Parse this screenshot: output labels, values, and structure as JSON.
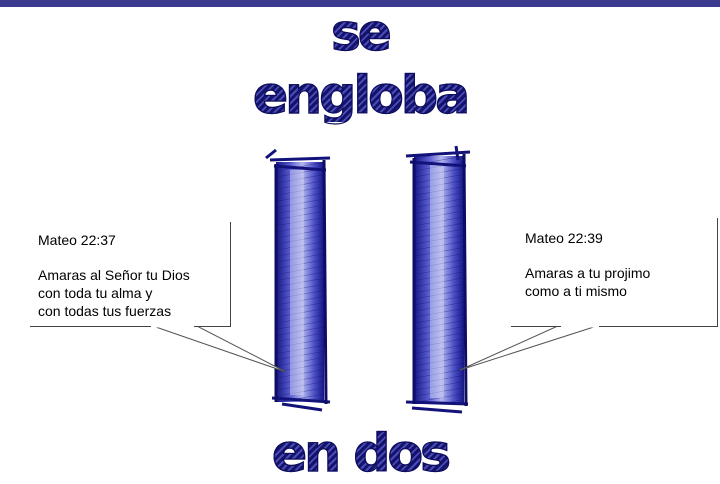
{
  "headline": {
    "line1": "se",
    "line2": "engloba",
    "line3": "en dos"
  },
  "callouts": {
    "left": {
      "reference": "Mateo 22:37",
      "lines": [
        "Amaras al Señor tu Dios",
        "con toda tu alma y",
        "con todas tus fuerzas"
      ]
    },
    "right": {
      "reference": "Mateo 22:39",
      "lines": [
        "Amaras a tu projimo",
        "como a ti mismo"
      ]
    }
  },
  "colors": {
    "bar": "#3b3a8f",
    "pillar_dark": "#1c1c8a",
    "pillar_light": "#9fa3e6"
  }
}
